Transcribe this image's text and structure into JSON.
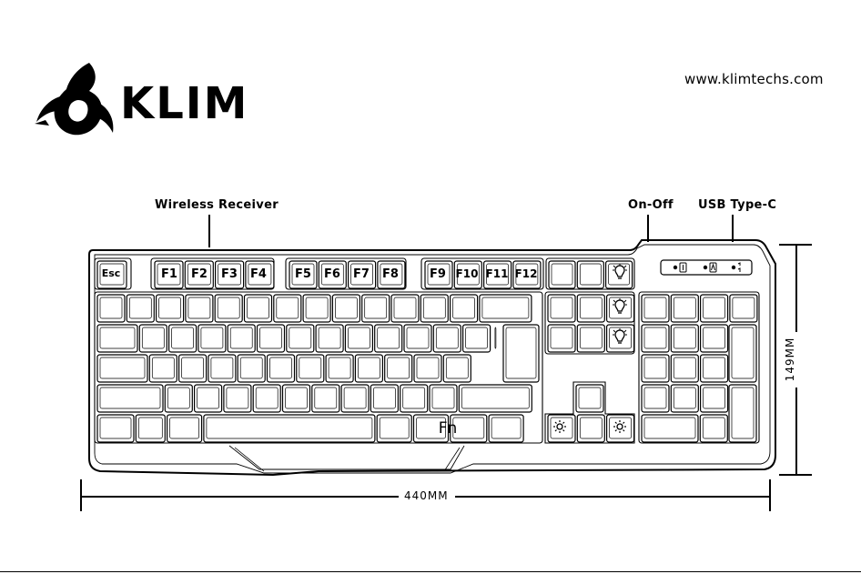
{
  "brand": {
    "name": "KLIM",
    "url": "www.klimtechs.com"
  },
  "callouts": {
    "wireless_receiver": "Wireless Receiver",
    "on_off": "On-Off",
    "usb_type_c": "USB Type-C"
  },
  "dimensions": {
    "width": "440MM",
    "height": "149MM"
  },
  "keys": {
    "esc": "Esc",
    "f1": "F1",
    "f2": "F2",
    "f3": "F3",
    "f4": "F4",
    "f5": "F5",
    "f6": "F6",
    "f7": "F7",
    "f8": "F8",
    "f9": "F9",
    "f10": "F10",
    "f11": "F11",
    "f12": "F12",
    "fn": "Fn"
  },
  "icons": {
    "logo": "klim-logo-icon",
    "light_bulb": "light-bulb-icon",
    "brightness": "brightness-icon",
    "indicators": [
      "num-lock-indicator-icon",
      "caps-lock-indicator-icon",
      "scroll-lock-indicator-icon"
    ]
  }
}
